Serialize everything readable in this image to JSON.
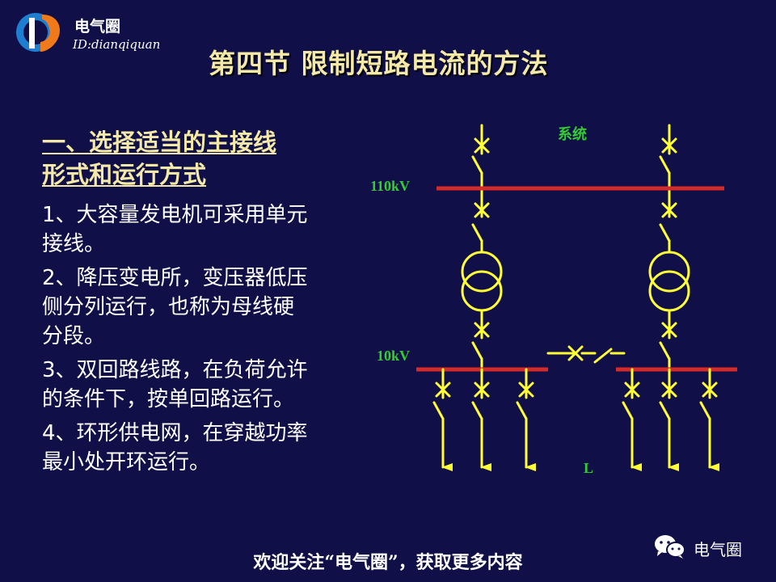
{
  "brand": {
    "name": "电气圈",
    "id": "ID:dianqiquan"
  },
  "title": "第四节 限制短路电流的方法",
  "section": {
    "heading_lines": [
      "一、选择适当的主接线",
      "形式和运行方式"
    ]
  },
  "items": [
    {
      "lines": [
        "1、大容量发电机可采用单元",
        "接线。"
      ]
    },
    {
      "lines": [
        "2、降压变电所，变压器低压",
        "侧分列运行，也称为母线硬",
        "分段。"
      ]
    },
    {
      "lines": [
        "3、双回路线路，在负荷允许",
        "的条件下，按单回路运行。"
      ]
    },
    {
      "lines": [
        "4、环形供电网，在穿越功率",
        "最小处开环运行。"
      ]
    }
  ],
  "diagram": {
    "labels": {
      "system": "系统",
      "hv_bus": "110kV",
      "lv_bus": "10kV",
      "load": "L"
    },
    "colors": {
      "bus": "#d42a2a",
      "line": "#ffff33",
      "label": "#33cc33"
    }
  },
  "footer": {
    "text": "欢迎关注“电气圈”，获取更多内容",
    "wechat_label": "电气圈"
  }
}
